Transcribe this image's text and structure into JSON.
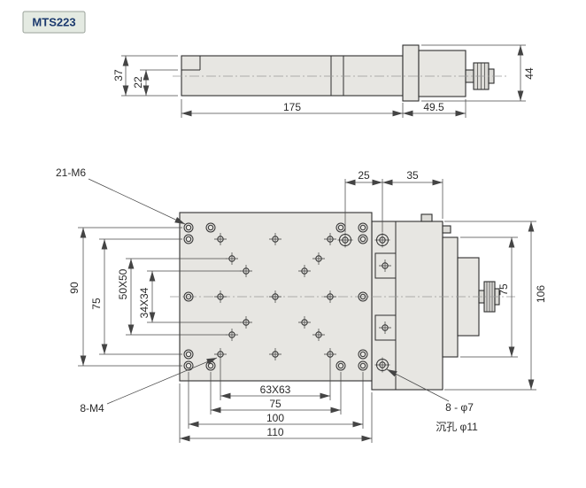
{
  "drawing": {
    "model_label": "MTS223"
  },
  "top_view": {
    "dim_height_stage": "37",
    "dim_height_base": "22",
    "dim_length_body": "175",
    "dim_length_end": "49.5",
    "dim_height_end": "44"
  },
  "plan_view": {
    "callout_m6": "21-M6",
    "callout_m4": "8-M4",
    "callout_phi7": "8 - φ7",
    "callout_counterbore": "沉孔 φ11",
    "dim_hole_spacing": "25",
    "dim_edge_offset": "35",
    "dim_height_90": "90",
    "dim_height_75": "75",
    "dim_grid_50": "50X50",
    "dim_grid_34": "34X34",
    "dim_base_height": "106",
    "dim_flange_height": "75",
    "dim_grid_63": "63X63",
    "dim_width_75": "75",
    "dim_width_100": "100",
    "dim_width_110": "110"
  },
  "colors": {
    "model_label_text": "#1c3a6e",
    "part_fill": "#e7e6e2",
    "outline": "#2f2f2f",
    "dimension_lines": "#4a4a4a"
  }
}
